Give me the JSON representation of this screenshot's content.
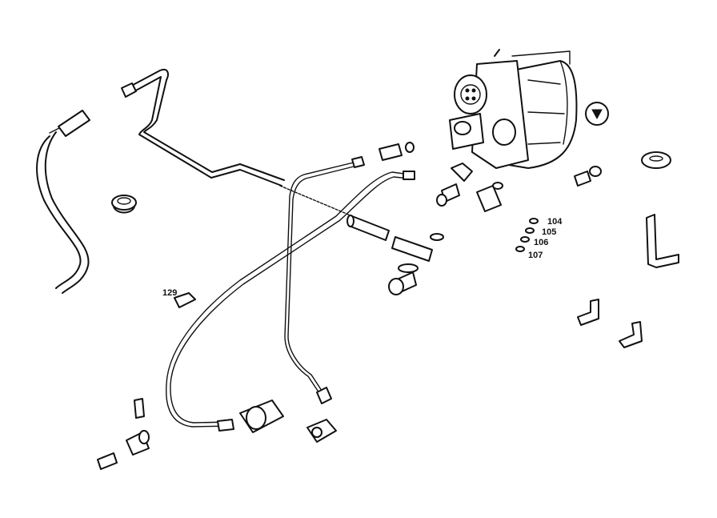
{
  "diagram": {
    "type": "exploded-parts-view",
    "ink_color": "#111111",
    "background_color": "#ffffff",
    "callouts": [
      {
        "id": "104",
        "label": "104"
      },
      {
        "id": "105",
        "label": "105"
      },
      {
        "id": "106",
        "label": "106"
      },
      {
        "id": "107",
        "label": "107"
      },
      {
        "id": "129",
        "label": "129"
      }
    ]
  }
}
